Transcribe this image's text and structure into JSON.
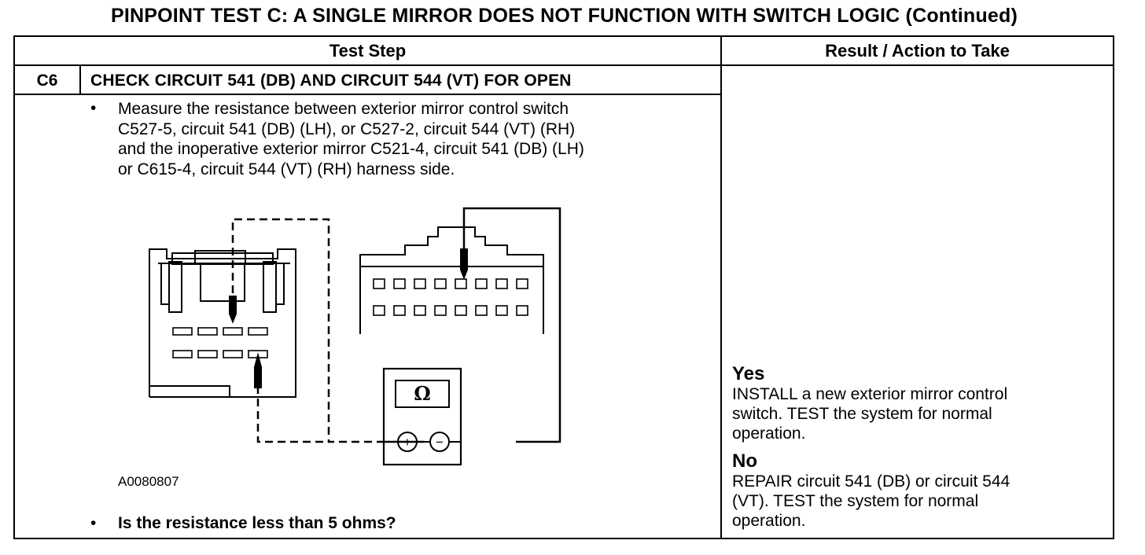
{
  "title": "PINPOINT TEST  C: A SINGLE MIRROR DOES NOT FUNCTION WITH SWITCH LOGIC (Continued)",
  "table": {
    "header_test_step": "Test Step",
    "header_result": "Result / Action to Take"
  },
  "step": {
    "id": "C6",
    "title": "CHECK CIRCUIT 541 (DB) AND CIRCUIT 544 (VT) FOR OPEN",
    "bullet": "•",
    "instruction_lines": [
      "Measure the resistance between exterior mirror control switch",
      "C527-5, circuit 541 (DB) (LH), or C527-2, circuit 544 (VT) (RH)",
      "and the inoperative exterior mirror  C521-4, circuit 541 (DB) (LH)",
      "or C615-4, circuit 544 (VT) (RH) harness side."
    ],
    "figure_id": "A0080807",
    "question": "Is the resistance less than 5 ohms?"
  },
  "diagram": {
    "meter_symbol": "Ω",
    "plus_symbol": "+",
    "minus_symbol": "−"
  },
  "results": {
    "yes_label": "Yes",
    "yes_lines": [
      "INSTALL a new exterior mirror control",
      "switch. TEST the system for normal",
      "operation."
    ],
    "no_label": "No",
    "no_lines": [
      "REPAIR circuit 541 (DB) or circuit 544",
      "(VT). TEST the system for normal",
      "operation."
    ]
  }
}
